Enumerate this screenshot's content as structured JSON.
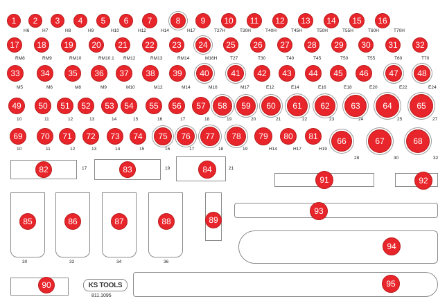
{
  "brand": {
    "logo": "KS TOOLS",
    "article_number": "811.1095"
  },
  "colors": {
    "accent": "#e8252b",
    "outline": "#8a8a8a",
    "background": "#ffffff"
  },
  "positions": [
    {
      "id": "1",
      "size": "H6"
    },
    {
      "id": "2",
      "size": "H7"
    },
    {
      "id": "3",
      "size": "H8"
    },
    {
      "id": "4",
      "size": "H9"
    },
    {
      "id": "5",
      "size": "H10"
    },
    {
      "id": "6",
      "size": "H12"
    },
    {
      "id": "7",
      "size": "H14"
    },
    {
      "id": "8",
      "size": "H17"
    },
    {
      "id": "9",
      "size": "T27H"
    },
    {
      "id": "10",
      "size": "T30H"
    },
    {
      "id": "11",
      "size": "T40H"
    },
    {
      "id": "12",
      "size": "T45H"
    },
    {
      "id": "13",
      "size": "T50H"
    },
    {
      "id": "14",
      "size": "T55H"
    },
    {
      "id": "15",
      "size": "T60H"
    },
    {
      "id": "16",
      "size": "T70H"
    },
    {
      "id": "17",
      "size": "RM8"
    },
    {
      "id": "18",
      "size": "RM9"
    },
    {
      "id": "19",
      "size": "RM10"
    },
    {
      "id": "20",
      "size": "RM10.1"
    },
    {
      "id": "21",
      "size": "RM12"
    },
    {
      "id": "22",
      "size": "RM13"
    },
    {
      "id": "23",
      "size": "RM14"
    },
    {
      "id": "24",
      "size": "M16H"
    },
    {
      "id": "25",
      "size": "T27"
    },
    {
      "id": "26",
      "size": "T30"
    },
    {
      "id": "27",
      "size": "T40"
    },
    {
      "id": "28",
      "size": "T45"
    },
    {
      "id": "29",
      "size": "T50"
    },
    {
      "id": "30",
      "size": "T55"
    },
    {
      "id": "31",
      "size": "T60"
    },
    {
      "id": "32",
      "size": "T70"
    },
    {
      "id": "33",
      "size": "M5"
    },
    {
      "id": "34",
      "size": "M6"
    },
    {
      "id": "35",
      "size": "M8"
    },
    {
      "id": "36",
      "size": "M9"
    },
    {
      "id": "37",
      "size": "M10"
    },
    {
      "id": "38",
      "size": "M12"
    },
    {
      "id": "39",
      "size": "M14"
    },
    {
      "id": "40",
      "size": "M16"
    },
    {
      "id": "41",
      "size": "M17"
    },
    {
      "id": "42",
      "size": "E12"
    },
    {
      "id": "43",
      "size": "E14"
    },
    {
      "id": "44",
      "size": "E16"
    },
    {
      "id": "45",
      "size": "E18"
    },
    {
      "id": "46",
      "size": "E20"
    },
    {
      "id": "47",
      "size": "E22"
    },
    {
      "id": "48",
      "size": "E24"
    },
    {
      "id": "49",
      "size": "10"
    },
    {
      "id": "50",
      "size": "11"
    },
    {
      "id": "51",
      "size": "12"
    },
    {
      "id": "52",
      "size": "13"
    },
    {
      "id": "53",
      "size": "14"
    },
    {
      "id": "54",
      "size": "15"
    },
    {
      "id": "55",
      "size": "16"
    },
    {
      "id": "56",
      "size": "17"
    },
    {
      "id": "57",
      "size": "18"
    },
    {
      "id": "58",
      "size": "19"
    },
    {
      "id": "59",
      "size": "20"
    },
    {
      "id": "60",
      "size": "21"
    },
    {
      "id": "61",
      "size": "22"
    },
    {
      "id": "62",
      "size": "23"
    },
    {
      "id": "63",
      "size": "24"
    },
    {
      "id": "64",
      "size": "25"
    },
    {
      "id": "65",
      "size": "27"
    },
    {
      "id": "69",
      "size": "10"
    },
    {
      "id": "70",
      "size": "11"
    },
    {
      "id": "71",
      "size": "12"
    },
    {
      "id": "72",
      "size": "13"
    },
    {
      "id": "73",
      "size": "14"
    },
    {
      "id": "74",
      "size": "15"
    },
    {
      "id": "75",
      "size": "16"
    },
    {
      "id": "76",
      "size": "17"
    },
    {
      "id": "77",
      "size": "18"
    },
    {
      "id": "78",
      "size": "19"
    },
    {
      "id": "79",
      "size": "H14"
    },
    {
      "id": "80",
      "size": "H17"
    },
    {
      "id": "81",
      "size": "H19"
    },
    {
      "id": "66",
      "size": "28"
    },
    {
      "id": "67",
      "size": "30"
    },
    {
      "id": "68",
      "size": "32"
    },
    {
      "id": "82",
      "size": "17"
    },
    {
      "id": "83",
      "size": "19"
    },
    {
      "id": "84",
      "size": "21"
    },
    {
      "id": "85",
      "size": "30"
    },
    {
      "id": "86",
      "size": "32"
    },
    {
      "id": "87",
      "size": "34"
    },
    {
      "id": "88",
      "size": "36"
    },
    {
      "id": "89",
      "size": ""
    },
    {
      "id": "90",
      "size": ""
    },
    {
      "id": "91",
      "size": ""
    },
    {
      "id": "92",
      "size": ""
    },
    {
      "id": "93",
      "size": ""
    },
    {
      "id": "94",
      "size": ""
    },
    {
      "id": "95",
      "size": ""
    }
  ]
}
